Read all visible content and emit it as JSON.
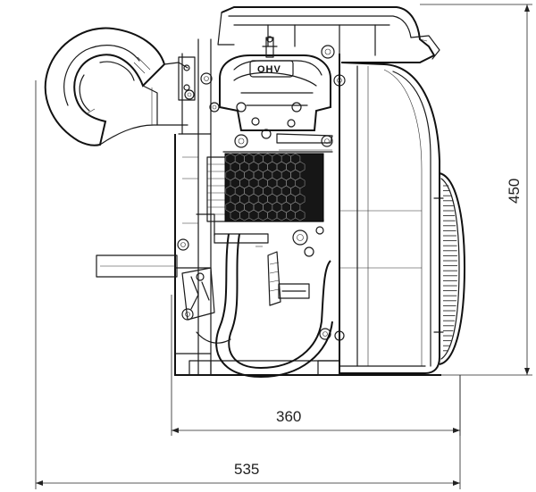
{
  "drawing": {
    "dimensions": {
      "overall_width": "535",
      "block_width": "360",
      "height": "450"
    },
    "logo": "OHV"
  }
}
